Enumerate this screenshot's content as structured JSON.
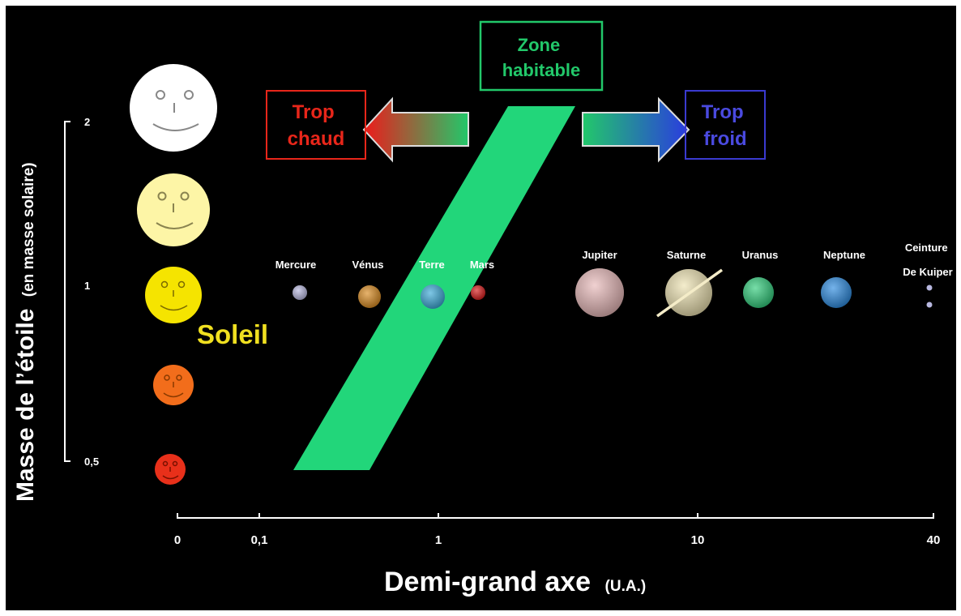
{
  "y_axis": {
    "title": "Masse de l’étoile",
    "title_unit": "(en masse solaire)",
    "ticks": [
      "2",
      "1",
      "0,5"
    ]
  },
  "x_axis": {
    "title": "Demi-grand axe",
    "title_unit": "(U.A.)",
    "ticks": [
      "0",
      "0,1",
      "1",
      "10",
      "40"
    ]
  },
  "habitable_zone_label": [
    "Zone",
    "habitable"
  ],
  "hot_label": [
    "Trop",
    "chaud"
  ],
  "cold_label": [
    "Trop",
    "froid"
  ],
  "sun_label": "Soleil",
  "stars": [
    {
      "mass": 2,
      "color": "#ffffff"
    },
    {
      "mass": 1.5,
      "color": "#fdf5a6"
    },
    {
      "mass": 1,
      "color": "#f5e400"
    },
    {
      "mass": 0.7,
      "color": "#f26d1b"
    },
    {
      "mass": 0.5,
      "color": "#e8301a"
    }
  ],
  "planets": [
    {
      "name": "Mercure",
      "color": "#b8b8e0"
    },
    {
      "name": "Vénus",
      "color": "#d98a1e"
    },
    {
      "name": "Terre",
      "color": "#3aa9d8"
    },
    {
      "name": "Mars",
      "color": "#d81818"
    },
    {
      "name": "Jupiter",
      "color": "#e8b8b8"
    },
    {
      "name": "Saturne",
      "color": "#ede2b0"
    },
    {
      "name": "Uranus",
      "color": "#2ecc7a"
    },
    {
      "name": "Neptune",
      "color": "#2a8ae0"
    }
  ],
  "kuiper_label": [
    "Ceinture",
    "De Kuiper"
  ],
  "colors": {
    "zone_green": "#22d67a",
    "hot_red": "#e8261a",
    "cold_blue": "#3a3ad0",
    "sun_yellow": "#f0e020",
    "axis": "#ffffff",
    "background": "#000000"
  }
}
